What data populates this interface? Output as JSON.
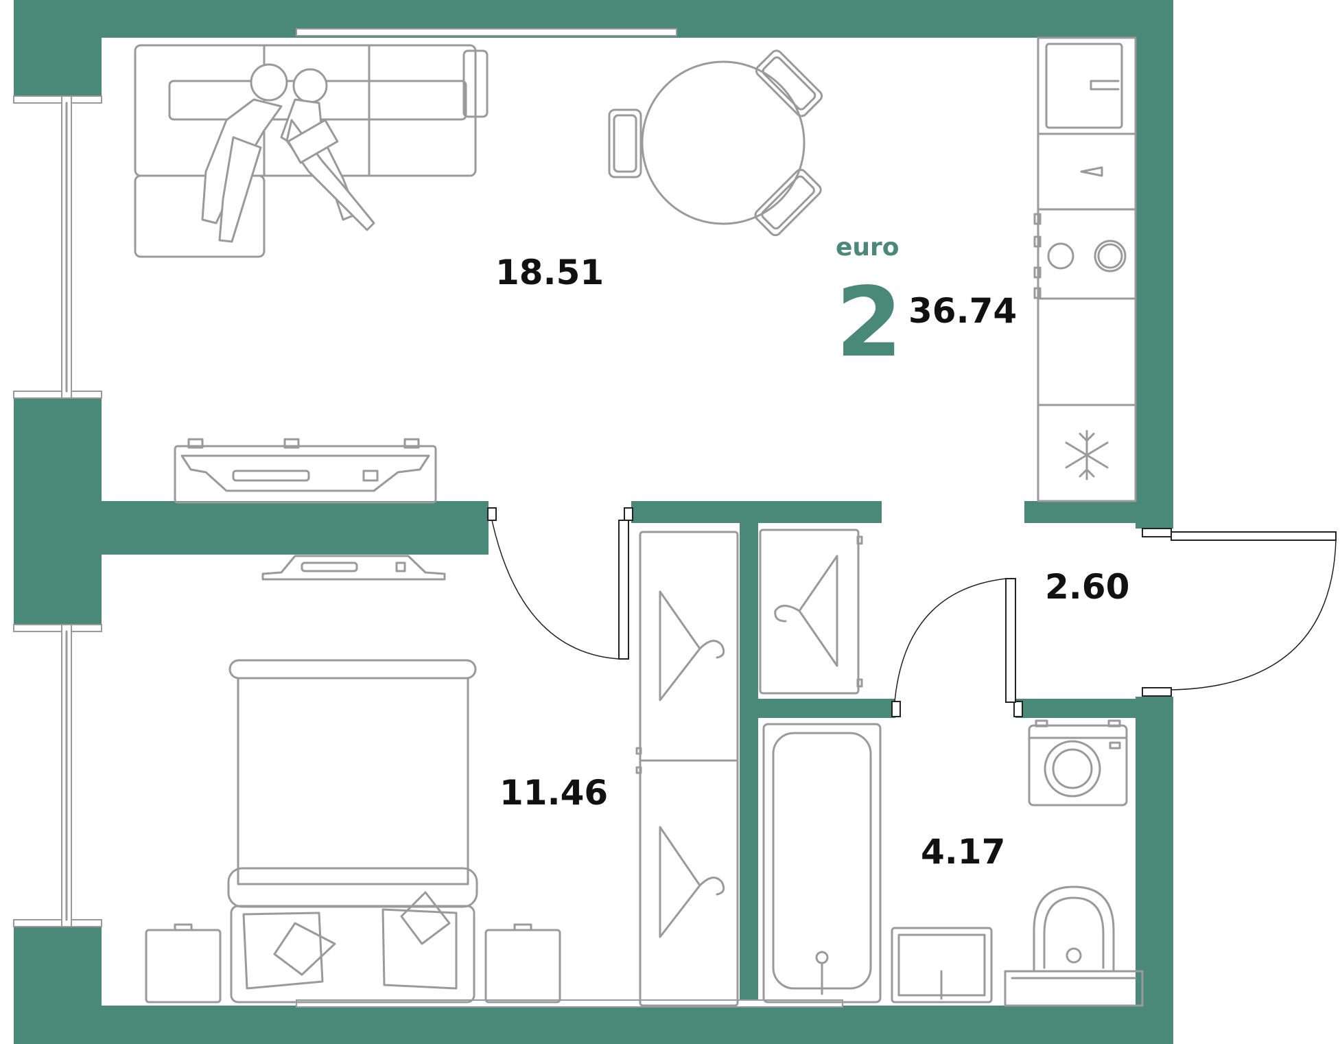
{
  "plan": {
    "type_label": "euro",
    "rooms_count": "2",
    "total_area": "36.74",
    "accent_color": "#4a8877",
    "rooms": [
      {
        "name": "living-kitchen",
        "area": "18.51"
      },
      {
        "name": "bedroom",
        "area": "11.46"
      },
      {
        "name": "hallway",
        "area": "2.60"
      },
      {
        "name": "bathroom",
        "area": "4.17"
      }
    ]
  }
}
